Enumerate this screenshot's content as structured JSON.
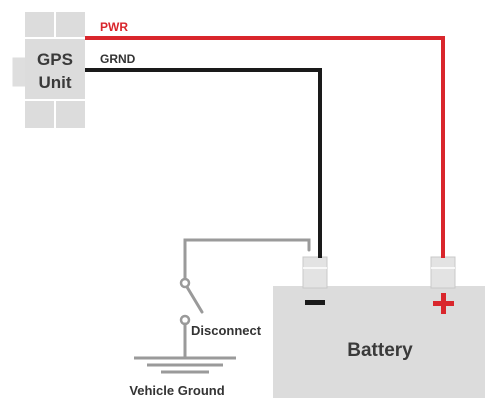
{
  "gps_unit": {
    "line1": "GPS",
    "line2": "Unit"
  },
  "wires": {
    "power_label": "PWR",
    "ground_label": "GRND",
    "power_color": "#d9262c",
    "ground_color": "#1a1a1a",
    "switch_color": "#999999"
  },
  "battery": {
    "label": "Battery",
    "negative_symbol": "negative-terminal-icon",
    "positive_symbol": "plus-icon",
    "body_color": "#dcdcdc",
    "terminal_color": "#e2e2e2",
    "positive_color": "#d9262c"
  },
  "switch": {
    "label": "Disconnect"
  },
  "ground": {
    "label": "Vehicle Ground"
  }
}
